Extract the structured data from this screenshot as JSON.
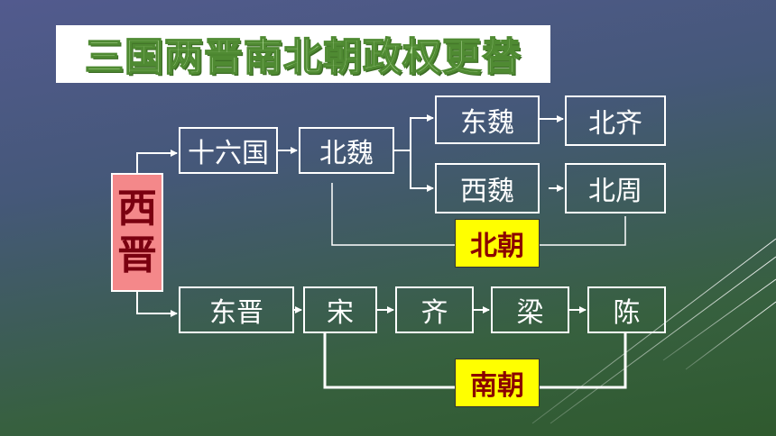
{
  "title": "三国两晋南北朝政权更替",
  "root": {
    "char1": "西",
    "char2": "晋"
  },
  "north": {
    "n1": "十六国",
    "n2": "北魏",
    "east": "东魏",
    "east_next": "北齐",
    "west": "西魏",
    "west_next": "北周",
    "label": "北朝"
  },
  "south": {
    "s1": "东晋",
    "s2": "宋",
    "s3": "齐",
    "s4": "梁",
    "s5": "陈",
    "label": "南朝"
  },
  "colors": {
    "root_fill": "#f4888a",
    "label_fill": "#ffff00",
    "label_text": "#8b0000",
    "title_text": "#b8e0a0"
  }
}
